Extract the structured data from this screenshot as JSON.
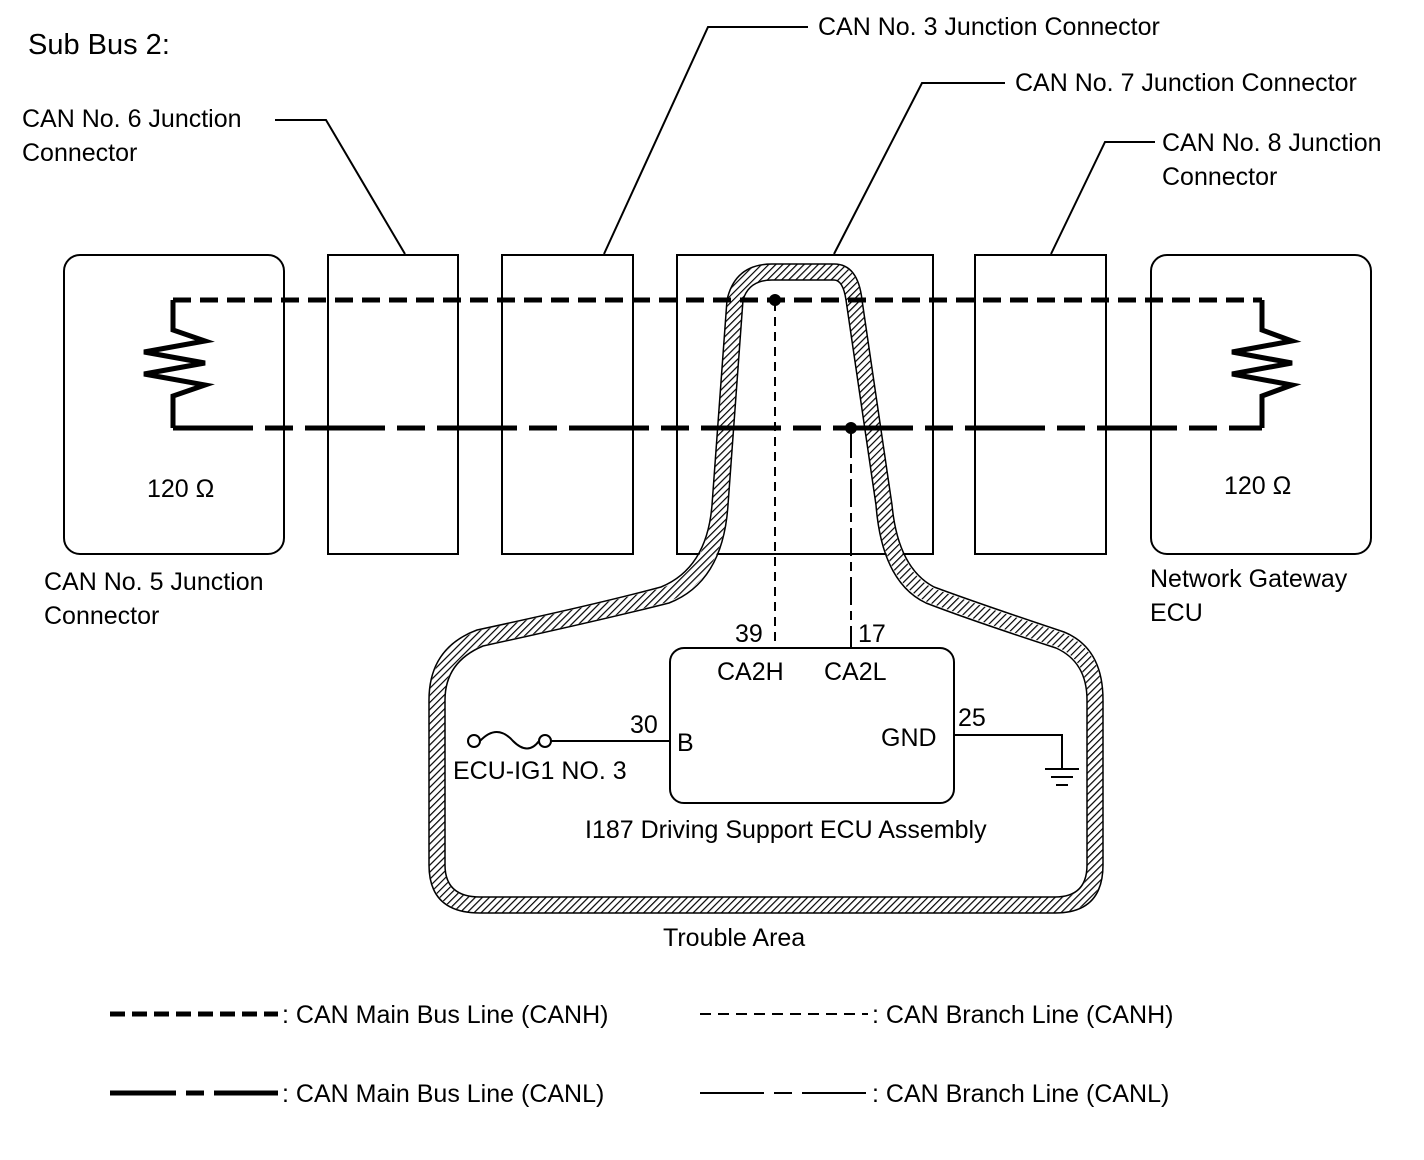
{
  "title": "Sub Bus 2:",
  "labels": {
    "can6_line1": "CAN No. 6 Junction",
    "can6_line2": "Connector",
    "can3": "CAN No. 3 Junction Connector",
    "can7": "CAN No. 7 Junction Connector",
    "can8_line1": "CAN No. 8 Junction",
    "can8_line2": "Connector",
    "can5_line1": "CAN No. 5 Junction",
    "can5_line2": "Connector",
    "gateway_line1": "Network Gateway",
    "gateway_line2": "ECU",
    "resistor_left": "120 Ω",
    "resistor_right": "120 Ω"
  },
  "ecu": {
    "pin_ca2h_number": "39",
    "pin_ca2l_number": "17",
    "pin_ca2h": "CA2H",
    "pin_ca2l": "CA2L",
    "pin_b_number": "30",
    "pin_b": "B",
    "pin_gnd_number": "25",
    "pin_gnd": "GND",
    "fuse": "ECU-IG1 NO. 3",
    "name": "I187  Driving Support ECU Assembly"
  },
  "trouble_area": "Trouble Area",
  "legend": {
    "main_canh": ": CAN Main Bus Line (CANH)",
    "branch_canh": ": CAN Branch Line (CANH)",
    "main_canl": ": CAN Main Bus Line (CANL)",
    "branch_canl": ": CAN Branch Line (CANL)"
  }
}
